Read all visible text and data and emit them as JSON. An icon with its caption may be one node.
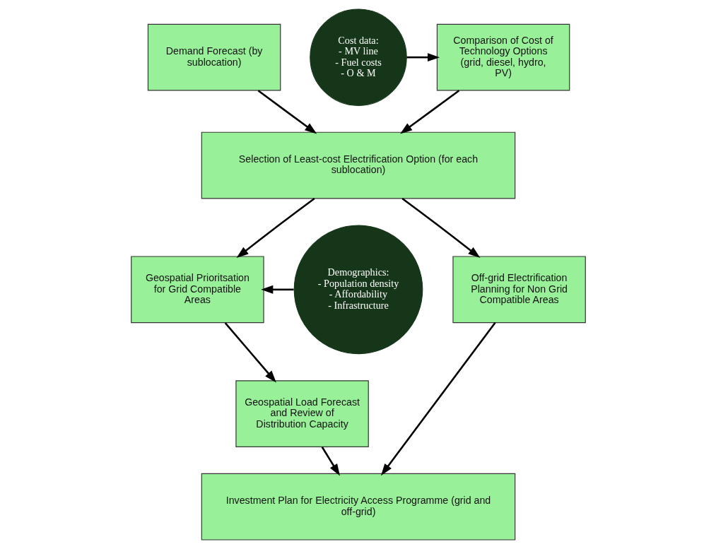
{
  "diagram": {
    "nodes": [
      {
        "text": [
          "Demand Forecast (by sublocation)"
        ]
      },
      {
        "text": [
          "Comparison of Cost of Technology Options (grid, diesel, hydro, PV)"
        ]
      },
      {
        "text": [
          "Cost data:",
          "- MV line",
          "- Fuel costs",
          "- O & M"
        ]
      },
      {
        "text": [
          "Selection of Least-cost Electrification Option (for each sublocation)"
        ]
      },
      {
        "text": [
          "Demographics:",
          "- Population density",
          "- Affordability",
          "- Infrastructure"
        ]
      },
      {
        "text": [
          "Geospatial Prioritsation for Grid Compatible Areas"
        ]
      },
      {
        "text": [
          "Off-grid Electrification Planning for Non Grid Compatible Areas"
        ]
      },
      {
        "text": [
          "Geospatial Load Forecast and Review of Distribution Capacity"
        ]
      },
      {
        "text": [
          "Investment Plan for Electricity Access Programme (grid and off-grid)"
        ]
      }
    ],
    "edges": [
      {
        "from": 0,
        "to": 3,
        "arrow": "to"
      },
      {
        "from": 1,
        "to": 3,
        "arrow": "to"
      },
      {
        "from": 2,
        "to": 1,
        "arrow": "to"
      },
      {
        "from": 3,
        "to": 5,
        "arrow": "to"
      },
      {
        "from": 3,
        "to": 6,
        "arrow": "to"
      },
      {
        "from": 4,
        "to": 5,
        "arrow": "to"
      },
      {
        "from": 5,
        "to": 7,
        "arrow": "to"
      },
      {
        "from": 7,
        "to": 8,
        "arrow": "to"
      },
      {
        "from": 6,
        "to": 8,
        "arrow": "to"
      }
    ]
  }
}
